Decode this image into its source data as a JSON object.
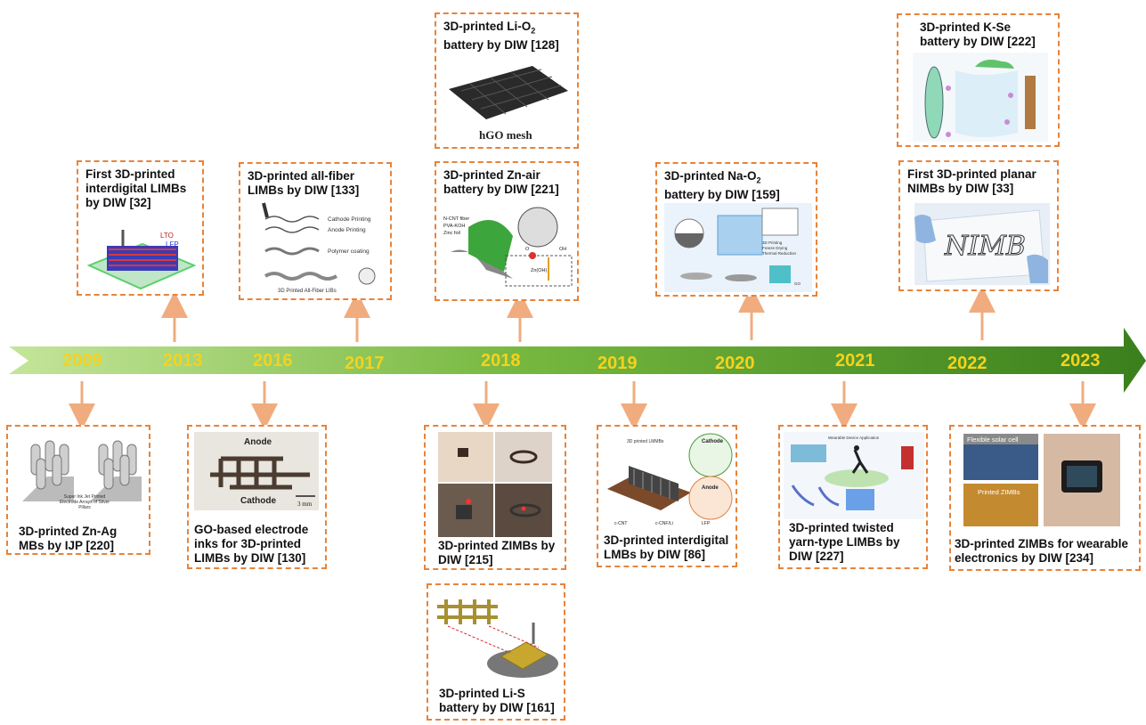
{
  "years": [
    "2009",
    "2013",
    "2016",
    "2017",
    "2018",
    "2019",
    "2020",
    "2021",
    "2022",
    "2023"
  ],
  "milestones": {
    "zn_ag": "3D-printed Zn-Ag MBs by IJP [220]",
    "limbs_interdigital_2013": "First 3D-printed interdigital LIMBs by DIW [32]",
    "go_inks": "GO-based electrode inks for 3D-printed LIMBs by DIW [130]",
    "all_fiber": "3D-printed all-fiber LIMBs by DIW [133]",
    "li_o2_1": "3D-printed Li-O",
    "li_o2_sub": "2",
    "li_o2_2": "battery by DIW [128]",
    "zn_air": "3D-printed Zn-air battery by DIW [221]",
    "zimbs_2018": "3D-printed ZIMBs by DIW [215]",
    "li_s": "3D-printed Li-S battery by DIW [161]",
    "lmbs_2019": "3D-printed interdigital LMBs by DIW [86]",
    "na_o2_1": "3D-printed Na-O",
    "na_o2_sub": "2",
    "na_o2_2": "battery by DIW [159]",
    "twisted": "3D-printed twisted yarn-type LIMBs by DIW [227]",
    "k_se": "3D-printed K-Se battery by DIW [222]",
    "nimbs": "First 3D-printed planar NIMBs by DIW [33]",
    "zimbs_2023": "3D-printed ZIMBs for wearable electronics by DIW [234]"
  },
  "image_labels": {
    "lto": "LTO",
    "lfp": "LFP",
    "anode": "Anode",
    "cathode": "Cathode",
    "scale_3mm": "3 mm",
    "hgo_mesh": "hGO mesh",
    "cathode_printing": "Cathode Printing",
    "anode_printing": "Anode Printing",
    "polymer_coating": "Polymer coating",
    "all_fiber_libs": "3D Printed All-Fiber LIBs",
    "pillars": "Super Ink Jet Printed Electrode Arrays of Silver Pillars",
    "nimb": "NIMB",
    "flexible_solar": "Flexible solar cell",
    "printed_zimbs": "Printed ZIMBs",
    "lmmb_title": "3D printed LMMBs",
    "cathode_small": "Cathode",
    "anode_small": "Anode",
    "cnt_legend": "c-CNT",
    "cnfl_legend": "c-CNF/Li",
    "lfp_legend": "LFP",
    "wearable": "Wearable Device Application",
    "ncnt": "N-CNT fiber",
    "pva": "PVA-KOH",
    "zinc_foil": "Zinc foil",
    "o2": "O",
    "oh": "OH",
    "zincate": "Zn(OH)",
    "na_3d": "3D Printing",
    "na_freeze": "Freeze Drying",
    "na_thermal": "Thermal Reduction",
    "na_go": "GO"
  },
  "colors": {
    "accent": "#e8833a",
    "arrow": "#f0ac7e",
    "year": "#f5d21e",
    "timeline_dark": "#3f8a1e",
    "timeline_light": "#b9e08a"
  }
}
